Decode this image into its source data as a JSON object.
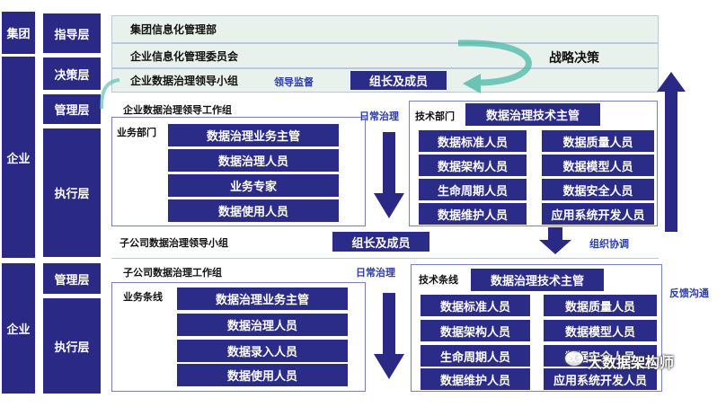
{
  "left": {
    "group": "集团",
    "enterprise_top": "企业",
    "enterprise_bottom": "企业",
    "guide_layer": "指导层",
    "decision_layer": "决策层",
    "mgmt_layer_top": "管理层",
    "exec_layer_top": "执行层",
    "mgmt_layer_bottom": "管理层",
    "exec_layer_bottom": "执行层"
  },
  "bands": {
    "group_dept": "集团信息化管理部",
    "committee": "企业信息化管理委员会",
    "leading_group": "企业数据治理领导小组",
    "leader_supervision": "领导监督",
    "leader_members": "组长及成员",
    "strategy": "战略决策"
  },
  "top_section": {
    "work_group": "企业数据治理领导工作组",
    "daily_governance": "日常治理",
    "business_dept": "业务部门",
    "business_roles": [
      "数据治理业务主管",
      "数据治理人员",
      "业务专家",
      "数据使用人员"
    ],
    "tech_dept": "技术部门",
    "tech_head": "数据治理技术主管",
    "tech_roles_left": [
      "数据标准人员",
      "数据架构人员",
      "生命周期人员",
      "数据维护人员"
    ],
    "tech_roles_right": [
      "数据质量人员",
      "数据模型人员",
      "数据安全人员",
      "应用系统开发人员"
    ]
  },
  "middle": {
    "sub_leading_group": "子公司数据治理领导小组",
    "sub_members": "组长及成员",
    "org_coordination": "组织协调"
  },
  "bottom_section": {
    "work_group": "子公司数据治理工作组",
    "daily_governance": "日常治理",
    "feedback": "反馈沟通",
    "business_line": "业务条线",
    "business_roles": [
      "数据治理业务主管",
      "数据治理人员",
      "数据录入人员",
      "数据使用人员"
    ],
    "tech_line": "技术条线",
    "tech_head": "数据治理技术主管",
    "tech_roles_left": [
      "数据标准人员",
      "数据架构人员",
      "生命周期人员",
      "数据维护人员"
    ],
    "tech_roles_right": [
      "数据质量人员",
      "数据模型人员",
      "数据安全人员",
      "应用系统开发人员"
    ]
  },
  "watermark": "大数据架构师",
  "colors": {
    "navy": "#2a2a86",
    "band": "#e9f1ec",
    "accent_blue": "#2b3ea8"
  }
}
